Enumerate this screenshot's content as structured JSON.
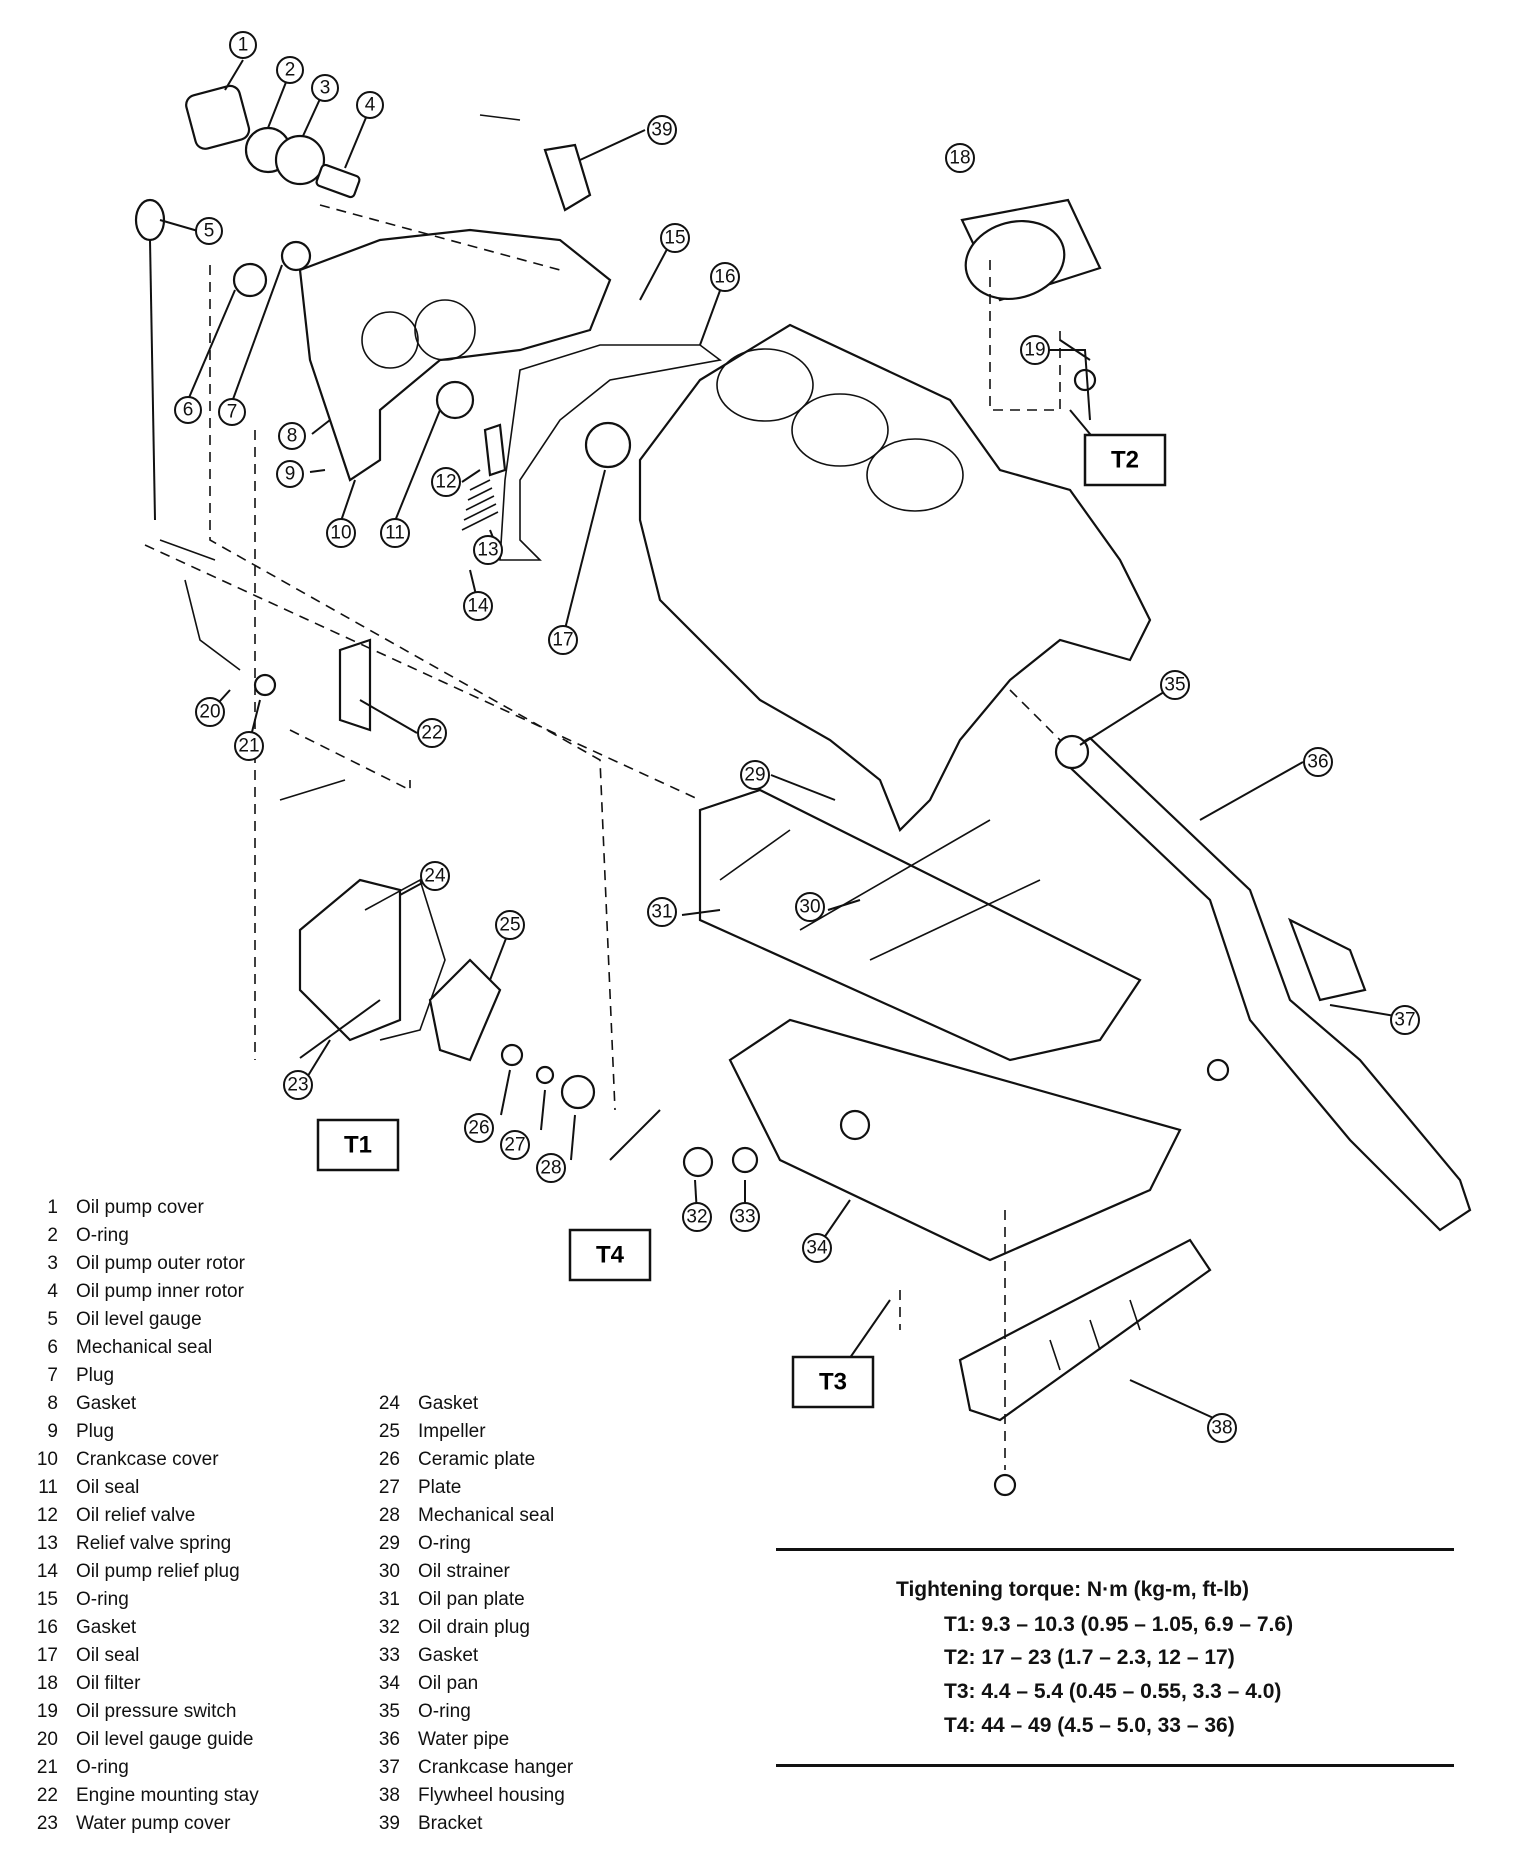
{
  "callouts": [
    {
      "n": "1"
    },
    {
      "n": "2"
    },
    {
      "n": "3"
    },
    {
      "n": "4"
    },
    {
      "n": "5"
    },
    {
      "n": "6"
    },
    {
      "n": "7"
    },
    {
      "n": "8"
    },
    {
      "n": "9"
    },
    {
      "n": "10"
    },
    {
      "n": "11"
    },
    {
      "n": "12"
    },
    {
      "n": "13"
    },
    {
      "n": "14"
    },
    {
      "n": "15"
    },
    {
      "n": "16"
    },
    {
      "n": "17"
    },
    {
      "n": "18"
    },
    {
      "n": "19"
    },
    {
      "n": "20"
    },
    {
      "n": "21"
    },
    {
      "n": "22"
    },
    {
      "n": "23"
    },
    {
      "n": "24"
    },
    {
      "n": "25"
    },
    {
      "n": "26"
    },
    {
      "n": "27"
    },
    {
      "n": "28"
    },
    {
      "n": "29"
    },
    {
      "n": "30"
    },
    {
      "n": "31"
    },
    {
      "n": "32"
    },
    {
      "n": "33"
    },
    {
      "n": "34"
    },
    {
      "n": "35"
    },
    {
      "n": "36"
    },
    {
      "n": "37"
    },
    {
      "n": "38"
    },
    {
      "n": "39"
    }
  ],
  "torque_boxes": [
    "T1",
    "T2",
    "T3",
    "T4"
  ],
  "legend_left": [
    {
      "num": "1",
      "label": "Oil pump cover"
    },
    {
      "num": "2",
      "label": "O-ring"
    },
    {
      "num": "3",
      "label": "Oil pump outer rotor"
    },
    {
      "num": "4",
      "label": "Oil pump inner rotor"
    },
    {
      "num": "5",
      "label": "Oil level gauge"
    },
    {
      "num": "6",
      "label": "Mechanical seal"
    },
    {
      "num": "7",
      "label": "Plug"
    },
    {
      "num": "8",
      "label": "Gasket"
    },
    {
      "num": "9",
      "label": "Plug"
    },
    {
      "num": "10",
      "label": "Crankcase cover"
    },
    {
      "num": "11",
      "label": "Oil seal"
    },
    {
      "num": "12",
      "label": "Oil relief valve"
    },
    {
      "num": "13",
      "label": "Relief valve spring"
    },
    {
      "num": "14",
      "label": "Oil pump relief plug"
    },
    {
      "num": "15",
      "label": "O-ring"
    },
    {
      "num": "16",
      "label": "Gasket"
    },
    {
      "num": "17",
      "label": "Oil seal"
    },
    {
      "num": "18",
      "label": "Oil filter"
    },
    {
      "num": "19",
      "label": "Oil pressure switch"
    },
    {
      "num": "20",
      "label": "Oil level gauge guide"
    },
    {
      "num": "21",
      "label": "O-ring"
    },
    {
      "num": "22",
      "label": "Engine mounting stay"
    },
    {
      "num": "23",
      "label": "Water pump cover"
    }
  ],
  "legend_right": [
    {
      "num": "24",
      "label": "Gasket"
    },
    {
      "num": "25",
      "label": "Impeller"
    },
    {
      "num": "26",
      "label": "Ceramic plate"
    },
    {
      "num": "27",
      "label": "Plate"
    },
    {
      "num": "28",
      "label": "Mechanical seal"
    },
    {
      "num": "29",
      "label": "O-ring"
    },
    {
      "num": "30",
      "label": "Oil strainer"
    },
    {
      "num": "31",
      "label": "Oil pan plate"
    },
    {
      "num": "32",
      "label": "Oil drain plug"
    },
    {
      "num": "33",
      "label": "Gasket"
    },
    {
      "num": "34",
      "label": "Oil pan"
    },
    {
      "num": "35",
      "label": "O-ring"
    },
    {
      "num": "36",
      "label": "Water pipe"
    },
    {
      "num": "37",
      "label": "Crankcase hanger"
    },
    {
      "num": "38",
      "label": "Flywheel housing"
    },
    {
      "num": "39",
      "label": "Bracket"
    }
  ],
  "torque": {
    "heading": "Tightening torque:  N·m (kg-m, ft-lb)",
    "rows": [
      "T1:  9.3 – 10.3 (0.95 – 1.05, 6.9 – 7.6)",
      "T2:  17 – 23 (1.7 – 2.3, 12 – 17)",
      "T3:  4.4 – 5.4 (0.45 – 0.55, 3.3 – 4.0)",
      "T4:  44 – 49 (4.5 – 5.0, 33 – 36)"
    ]
  }
}
